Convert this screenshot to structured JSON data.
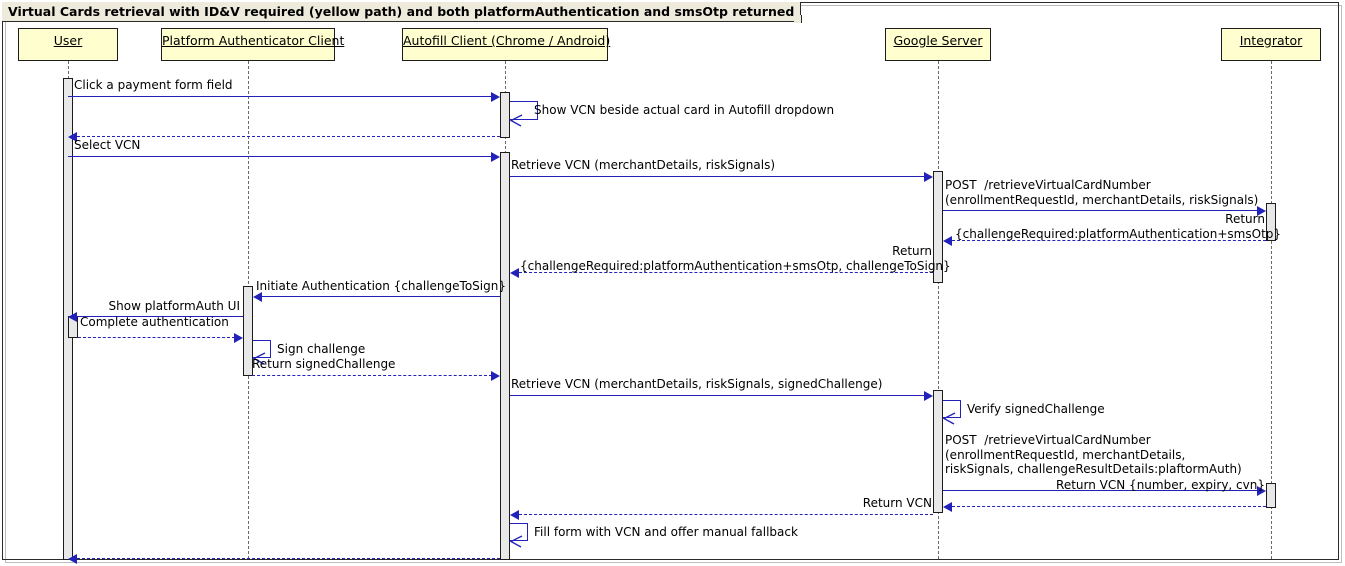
{
  "diagram": {
    "type": "uml-sequence-diagram",
    "title": "Virtual Cards retrieval with ID&V required (yellow path) and both platformAuthentication and smsOtp returned",
    "colors": {
      "participant_fill": "#FEFECE",
      "participant_border": "#1C1C1C",
      "arrow": "#2222BB",
      "activation_fill": "#E8E8E8",
      "frame_title_fill": "#EEEBDC"
    },
    "participants": [
      {
        "id": "user",
        "label": "User"
      },
      {
        "id": "platform_authenticator_client",
        "label": "Platform Authenticator Client"
      },
      {
        "id": "autofill_client",
        "label": "Autofill Client (Chrome / Android)"
      },
      {
        "id": "google_server",
        "label": "Google Server"
      },
      {
        "id": "integrator",
        "label": "Integrator"
      }
    ],
    "messages": [
      {
        "n": 1,
        "from": "user",
        "to": "autofill_client",
        "kind": "sync",
        "label": "Click a payment form field"
      },
      {
        "n": 2,
        "from": "autofill_client",
        "to": "autofill_client",
        "kind": "self",
        "label": "Show VCN beside actual card in Autofill dropdown"
      },
      {
        "n": 3,
        "from": "autofill_client",
        "to": "user",
        "kind": "return",
        "label": ""
      },
      {
        "n": 4,
        "from": "user",
        "to": "autofill_client",
        "kind": "sync",
        "label": "Select VCN"
      },
      {
        "n": 5,
        "from": "autofill_client",
        "to": "google_server",
        "kind": "sync",
        "label": "Retrieve VCN (merchantDetails, riskSignals)"
      },
      {
        "n": 6,
        "from": "google_server",
        "to": "integrator",
        "kind": "sync",
        "label": "POST  /retrieveVirtualCardNumber\n(enrollmentRequestId, merchantDetails, riskSignals)"
      },
      {
        "n": 7,
        "from": "integrator",
        "to": "google_server",
        "kind": "return",
        "label": "Return\n{challengeRequired:platformAuthentication+smsOtp}"
      },
      {
        "n": 8,
        "from": "google_server",
        "to": "autofill_client",
        "kind": "return",
        "label": "Return\n{challengeRequired:platformAuthentication+smsOtp, challengeToSign}"
      },
      {
        "n": 9,
        "from": "autofill_client",
        "to": "platform_authenticator_client",
        "kind": "sync",
        "label": "Initiate Authentication {challengeToSign}"
      },
      {
        "n": 10,
        "from": "platform_authenticator_client",
        "to": "user",
        "kind": "sync",
        "label": "Show platformAuth UI"
      },
      {
        "n": 11,
        "from": "user",
        "to": "platform_authenticator_client",
        "kind": "return",
        "label": "Complete authentication"
      },
      {
        "n": 12,
        "from": "platform_authenticator_client",
        "to": "platform_authenticator_client",
        "kind": "self",
        "label": "Sign challenge"
      },
      {
        "n": 13,
        "from": "platform_authenticator_client",
        "to": "autofill_client",
        "kind": "return",
        "label": "Return signedChallenge"
      },
      {
        "n": 14,
        "from": "autofill_client",
        "to": "google_server",
        "kind": "sync",
        "label": "Retrieve VCN (merchantDetails, riskSignals, signedChallenge)"
      },
      {
        "n": 15,
        "from": "google_server",
        "to": "google_server",
        "kind": "self",
        "label": "Verify signedChallenge"
      },
      {
        "n": 16,
        "from": "google_server",
        "to": "integrator",
        "kind": "sync",
        "label": "POST  /retrieveVirtualCardNumber\n(enrollmentRequestId, merchantDetails,\nriskSignals, challengeResultDetails:plaftormAuth)"
      },
      {
        "n": 17,
        "from": "integrator",
        "to": "google_server",
        "kind": "return",
        "label": "Return VCN {number, expiry, cvn}"
      },
      {
        "n": 18,
        "from": "google_server",
        "to": "autofill_client",
        "kind": "return",
        "label": "Return VCN"
      },
      {
        "n": 19,
        "from": "autofill_client",
        "to": "autofill_client",
        "kind": "self",
        "label": "Fill form with VCN and offer manual fallback"
      },
      {
        "n": 20,
        "from": "autofill_client",
        "to": "user",
        "kind": "return",
        "label": ""
      }
    ]
  }
}
